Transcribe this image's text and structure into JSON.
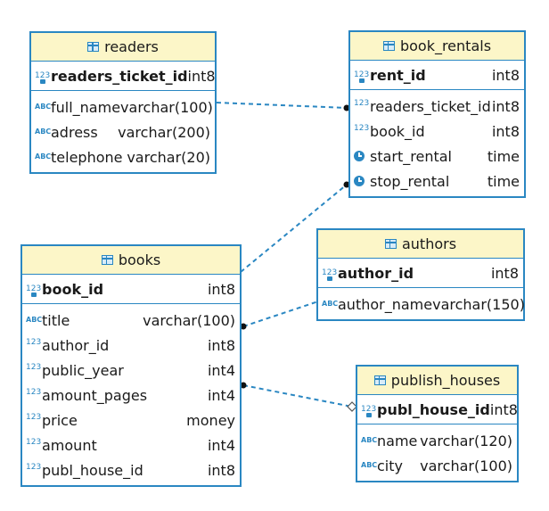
{
  "tables": {
    "readers": {
      "name": "readers",
      "pk": {
        "name": "readers_ticket_id",
        "type": "int8"
      },
      "columns": [
        {
          "name": "full_name",
          "type": "varchar(100)",
          "icon": "text-type-icon"
        },
        {
          "name": "adress",
          "type": "varchar(200)",
          "icon": "text-type-icon"
        },
        {
          "name": "telephone",
          "type": "varchar(20)",
          "icon": "text-type-icon"
        }
      ]
    },
    "book_rentals": {
      "name": "book_rentals",
      "pk": {
        "name": "rent_id",
        "type": "int8"
      },
      "columns": [
        {
          "name": "readers_ticket_id",
          "type": "int8",
          "icon": "number-type-icon"
        },
        {
          "name": "book_id",
          "type": "int8",
          "icon": "number-type-icon"
        },
        {
          "name": "start_rental",
          "type": "time",
          "icon": "clock-icon"
        },
        {
          "name": "stop_rental",
          "type": "time",
          "icon": "clock-icon"
        }
      ]
    },
    "books": {
      "name": "books",
      "pk": {
        "name": "book_id",
        "type": "int8"
      },
      "columns": [
        {
          "name": "title",
          "type": "varchar(100)",
          "icon": "text-type-icon"
        },
        {
          "name": "author_id",
          "type": "int8",
          "icon": "number-type-icon"
        },
        {
          "name": "public_year",
          "type": "int4",
          "icon": "number-type-icon"
        },
        {
          "name": "amount_pages",
          "type": "int4",
          "icon": "number-type-icon"
        },
        {
          "name": "price",
          "type": "money",
          "icon": "number-type-icon"
        },
        {
          "name": "amount",
          "type": "int4",
          "icon": "number-type-icon"
        },
        {
          "name": "publ_house_id",
          "type": "int8",
          "icon": "number-type-icon"
        }
      ]
    },
    "authors": {
      "name": "authors",
      "pk": {
        "name": "author_id",
        "type": "int8"
      },
      "columns": [
        {
          "name": "author_name",
          "type": "varchar(150)",
          "icon": "text-type-icon"
        }
      ]
    },
    "publish_houses": {
      "name": "publish_houses",
      "pk": {
        "name": "publ_house_id",
        "type": "int8"
      },
      "columns": [
        {
          "name": "name",
          "type": "varchar(120)",
          "icon": "text-type-icon"
        },
        {
          "name": "city",
          "type": "varchar(100)",
          "icon": "text-type-icon"
        }
      ]
    }
  },
  "icon_glyphs": {
    "text": "ABC",
    "number": "123"
  },
  "colors": {
    "border": "#2a87c2",
    "header_bg": "#fcf6c8",
    "link": "#2a87c2",
    "endpoint": "#111111"
  }
}
